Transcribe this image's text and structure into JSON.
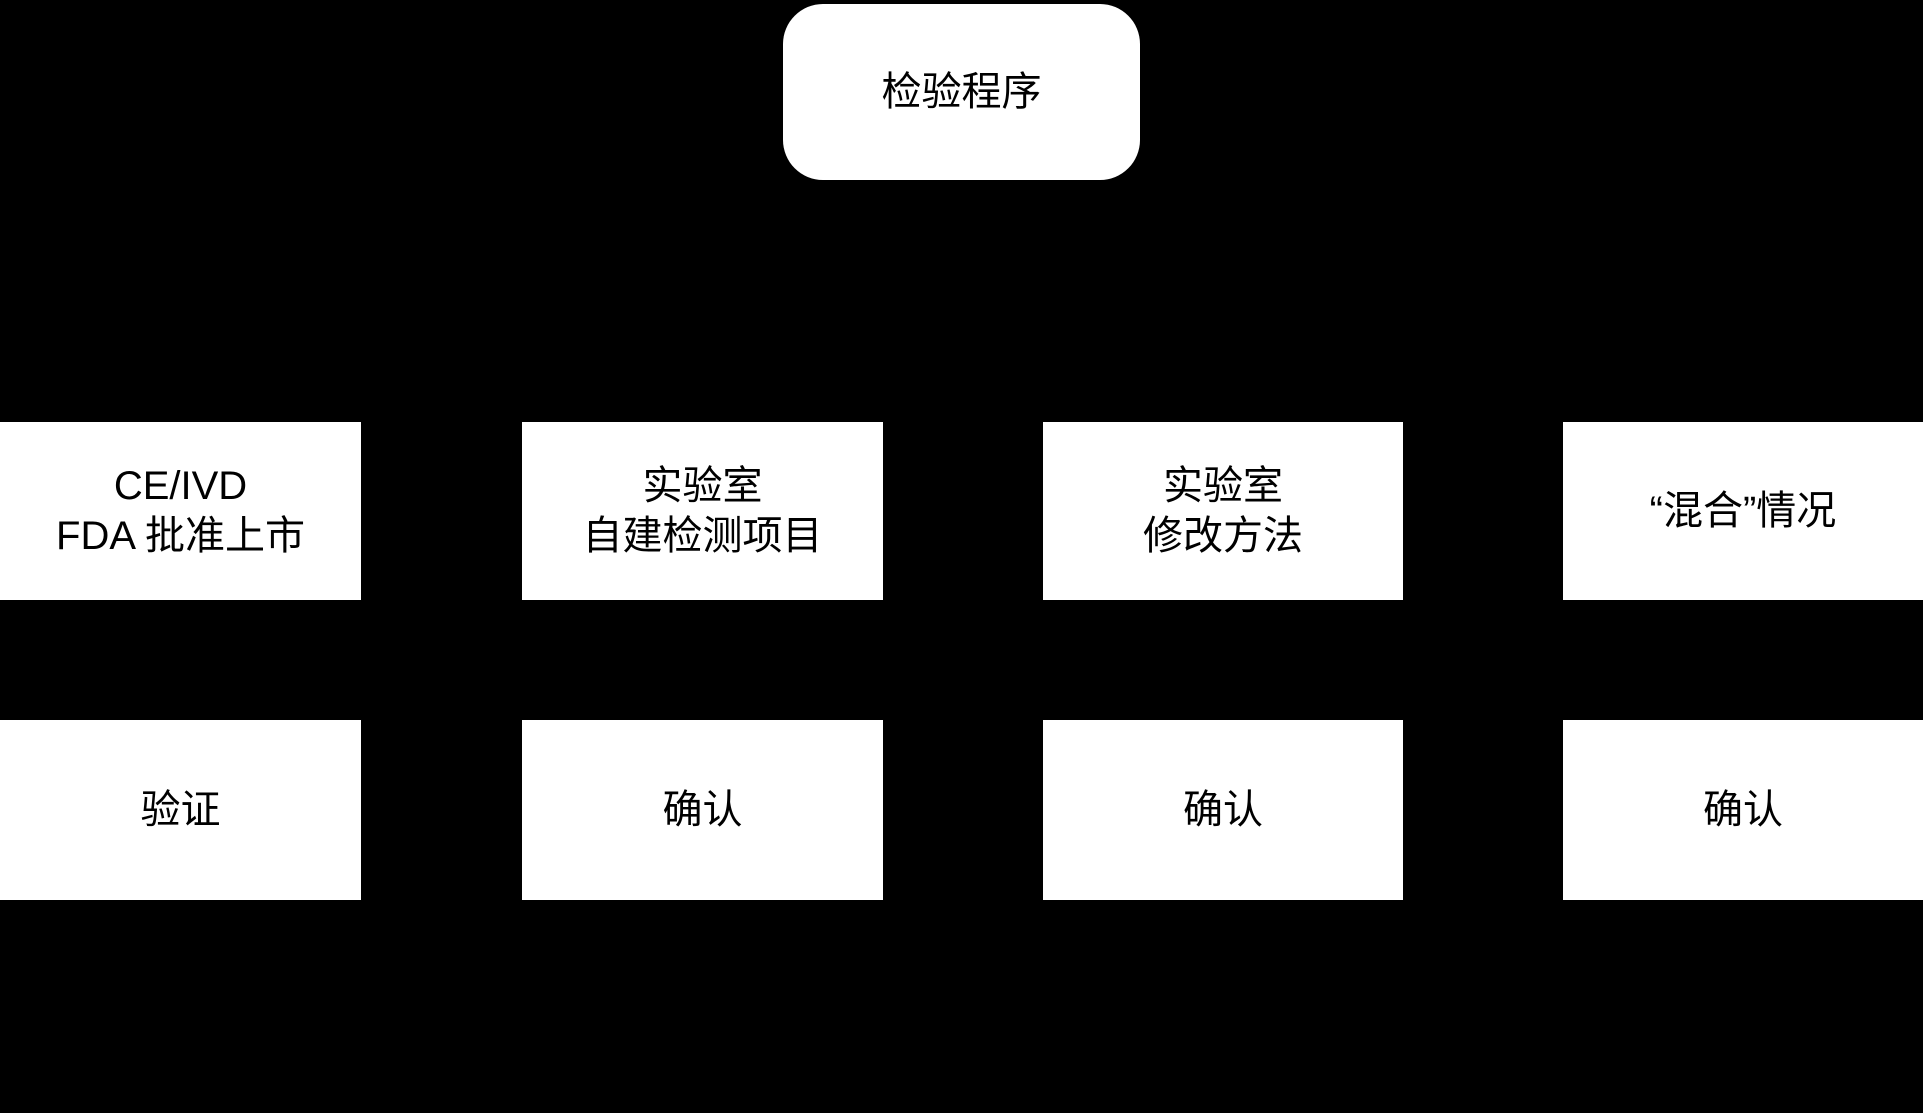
{
  "diagram": {
    "type": "flowchart",
    "background_color": "#000000",
    "node_fill_color": "#ffffff",
    "node_text_color": "#000000",
    "root_node": {
      "label": "检验程序"
    },
    "columns": [
      {
        "source": {
          "line1": "CE/IVD",
          "line2": "FDA 批准上市"
        },
        "process": {
          "label": "验证"
        }
      },
      {
        "source": {
          "line1": "实验室",
          "line2": "自建检测项目"
        },
        "process": {
          "label": "确认"
        }
      },
      {
        "source": {
          "line1": "实验室",
          "line2": "修改方法"
        },
        "process": {
          "label": "确认"
        }
      },
      {
        "source": {
          "line1": "“混合”情况"
        },
        "process": {
          "label": "确认"
        }
      }
    ]
  }
}
